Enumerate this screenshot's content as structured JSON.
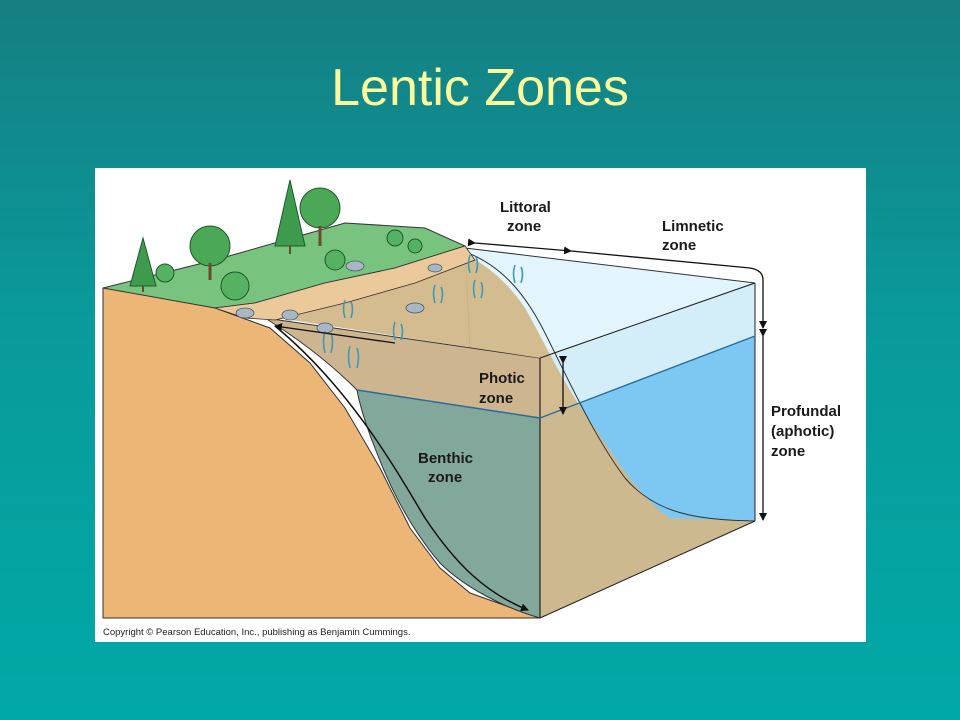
{
  "slide": {
    "title": "Lentic Zones"
  },
  "diagram": {
    "labels": {
      "littoral_line1": "Littoral",
      "littoral_line2": "zone",
      "limnetic_line1": "Limnetic",
      "limnetic_line2": "zone",
      "photic_line1": "Photic",
      "photic_line2": "zone",
      "benthic_line1": "Benthic",
      "benthic_line2": "zone",
      "profundal_line1": "Profundal",
      "profundal_line2": "(aphotic)",
      "profundal_line3": "zone"
    },
    "copyright": "Copyright © Pearson Education, Inc., publishing as Benjamin Cummings."
  },
  "colors": {
    "background": "#0a9a9b",
    "title": "#fbfb9c",
    "soil": "#ebb676",
    "ground_surface": "#d3b687",
    "grass": "#77c37e",
    "shallow_water": "#d6f0fb",
    "deep_water": "#79c7f2",
    "benthic_water": "#7fa89c"
  }
}
